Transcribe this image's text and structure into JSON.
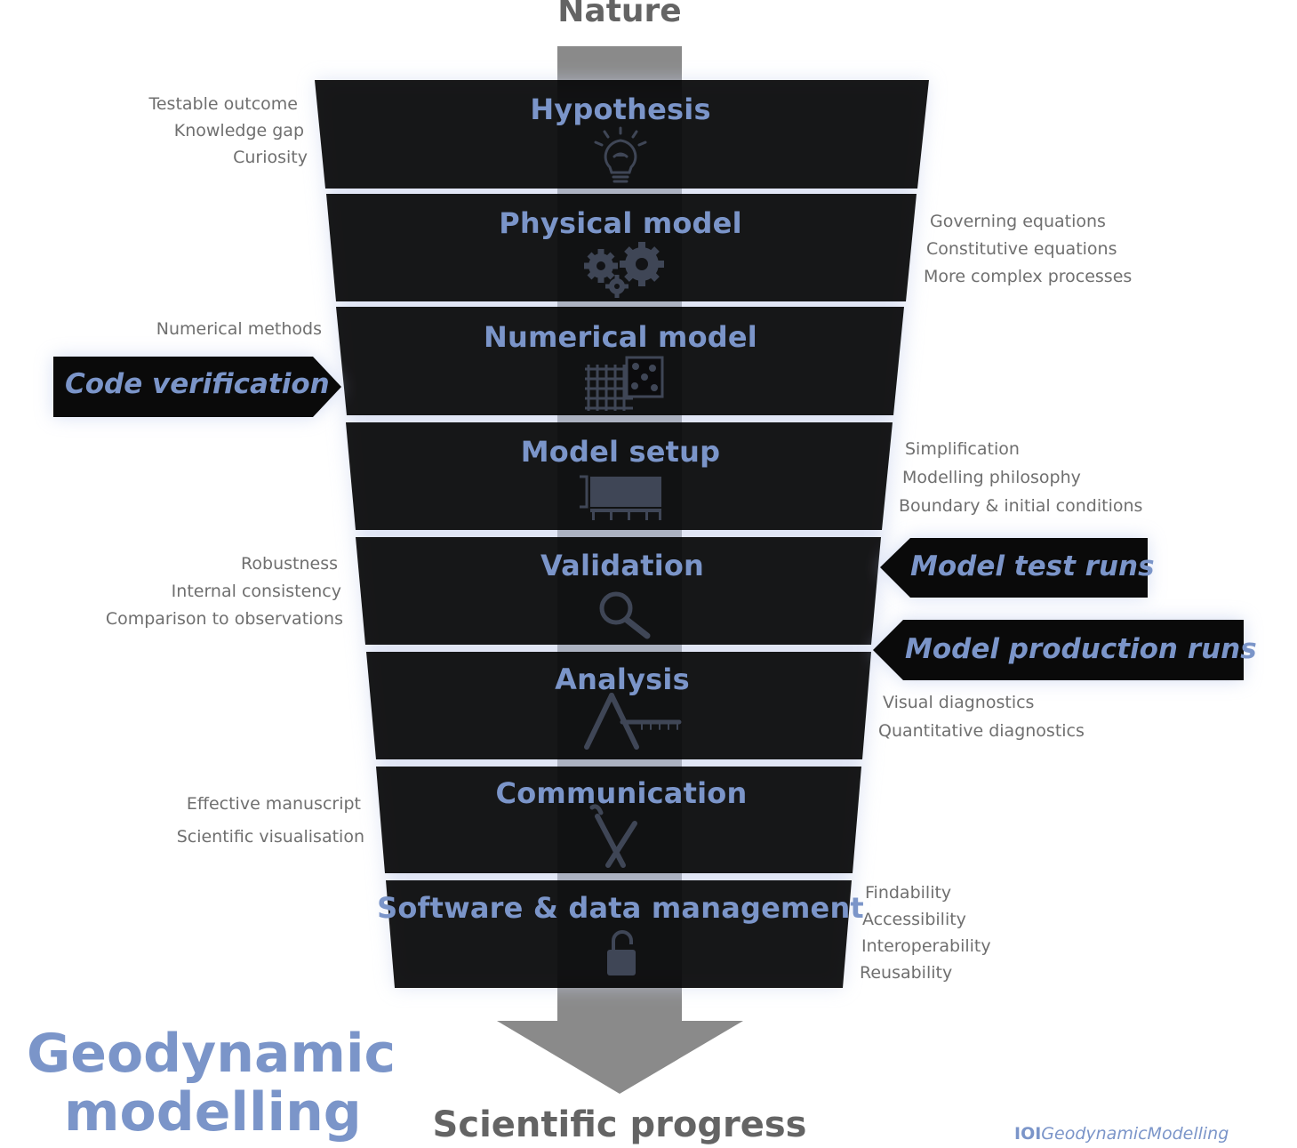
{
  "top_label": "Nature",
  "bottom_label": "Scientific progress",
  "brand": {
    "line1": "Geodynamic",
    "line2": "modelling"
  },
  "handle": {
    "mark": "IOI",
    "text": "GeodynamicModelling"
  },
  "colors": {
    "accent_blue": "#7b95c9",
    "band_dark": "#121316",
    "arrow_grey": "#8a8a8a",
    "note_grey": "#6f6f6f",
    "icon_slate": "#3f4656"
  },
  "steps": [
    {
      "title": "Hypothesis",
      "icon": "lightbulb-icon"
    },
    {
      "title": "Physical model",
      "icon": "gears-icon"
    },
    {
      "title": "Numerical model",
      "icon": "grid-mesh-icon"
    },
    {
      "title": "Model setup",
      "icon": "model-box-icon"
    },
    {
      "title": "Validation",
      "icon": "magnifier-icon"
    },
    {
      "title": "Analysis",
      "icon": "compass-ruler-icon"
    },
    {
      "title": "Communication",
      "icon": "brush-pen-icon"
    },
    {
      "title": "Software & data management",
      "icon": "lock-icon"
    }
  ],
  "notes": {
    "hypothesis": [
      "Testable outcome",
      "Knowledge gap",
      "Curiosity"
    ],
    "physical_model": [
      "Governing equations",
      "Constitutive equations",
      "More complex processes"
    ],
    "numerical_model": [
      "Numerical methods"
    ],
    "model_setup": [
      "Simplification",
      "Modelling philosophy",
      "Boundary & initial conditions"
    ],
    "validation": [
      "Robustness",
      "Internal consistency",
      "Comparison to observations"
    ],
    "analysis": [
      "Visual diagnostics",
      "Quantitative diagnostics"
    ],
    "communication": [
      "Effective manuscript",
      "Scientific visualisation"
    ],
    "software": [
      "Findability",
      "Accessibility",
      "Interoperability",
      "Reusability"
    ]
  },
  "callouts": {
    "code_verification": "Code verification",
    "model_test_runs": "Model test runs",
    "model_production_runs": "Model production runs"
  }
}
